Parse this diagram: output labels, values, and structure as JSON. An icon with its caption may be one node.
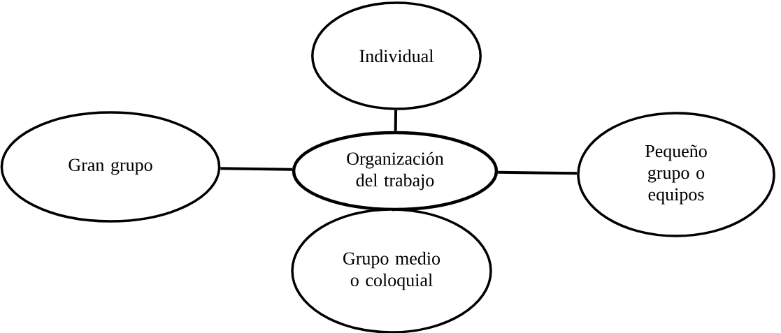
{
  "diagram": {
    "nodes": [
      {
        "text": [
          "Individual"
        ]
      },
      {
        "text": [
          "Gran grupo"
        ]
      },
      {
        "text": [
          "Organización del trabajo"
        ]
      },
      {
        "text": [
          "Pequeño grupo o equipos"
        ]
      },
      {
        "text": [
          "Grupo medio o coloquial"
        ]
      }
    ],
    "edges": [
      {
        "from": 2,
        "to": 0,
        "arrow": "none"
      },
      {
        "from": 2,
        "to": 1,
        "arrow": "none"
      },
      {
        "from": 2,
        "to": 3,
        "arrow": "none"
      },
      {
        "from": 2,
        "to": 4,
        "arrow": "none"
      }
    ]
  }
}
